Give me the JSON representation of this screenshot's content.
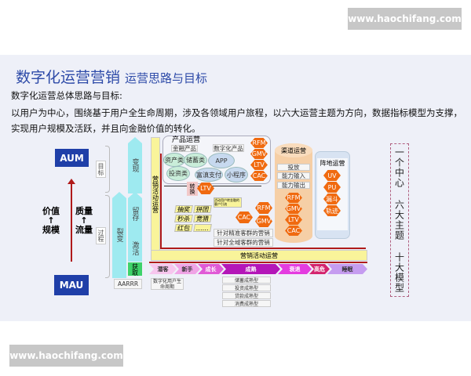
{
  "watermark": "www.haochifang.com",
  "title": {
    "main": "数字化运营营销",
    "sub": "运营思路与目标"
  },
  "intro": {
    "heading": "数字化运营总体思路与目标:",
    "line1": "以用户为中心，围绕基于用户全生命周期，涉及各领域用户旅程，以六大运营主题为方向，数据指标模型为支撑，",
    "line2": "实现用户规模及活跃，并且向金融价值的转化。"
  },
  "left": {
    "aum": "AUM",
    "mau": "MAU",
    "value": "价值",
    "scale": "规模",
    "quality": "质量",
    "flow": "流量",
    "up": "↑",
    "goal": "目标",
    "process": "过程"
  },
  "aarrr": {
    "fission": "裂变",
    "monetize": "变现",
    "retain": "留存",
    "activate": "激活",
    "acquire": "获取",
    "label": "AARRR"
  },
  "marketing": {
    "vertical": "营销活动运营",
    "horizontal": "营销活动运营",
    "tools": [
      "抽奖",
      "拼团",
      "秒杀",
      "竞猜",
      "红包",
      "……"
    ],
    "precise": "针对精准客群的营销",
    "global": "针对全域客群的营销",
    "note": "活动用户转金融的客户引流",
    "hex": [
      "CAC",
      "RFM",
      "GMV"
    ]
  },
  "product": {
    "title": "产品运营",
    "finance": "金融产品",
    "digital": "数字化产品",
    "items": [
      "资产类",
      "储蓄类",
      "投资类",
      "APP",
      "富滇支付",
      "小程序"
    ],
    "convert": "转换",
    "ltv": "LTV",
    "hex": [
      "RFM",
      "GMV",
      "LTV",
      "CAC"
    ]
  },
  "channel": {
    "title": "渠道运营",
    "items": [
      "投放",
      "能力输入",
      "能力输出"
    ],
    "hex": [
      "RFM",
      "GMV",
      "LTV",
      "CAC"
    ]
  },
  "position": {
    "title": "阵地运营",
    "hex": [
      "UV",
      "PU",
      "漏斗",
      "轨迹"
    ]
  },
  "lifecycle": {
    "stages": [
      "潜客",
      "新手",
      "成长",
      "成熟",
      "衰退",
      "高危",
      "睡眠"
    ],
    "label": "数字化用户生命周期",
    "mature": [
      "储蓄成熟型",
      "投资成熟型",
      "贷款成熟型",
      "消费成熟型"
    ]
  },
  "summary": "一个中心 六大主题 十大模型",
  "colors": {
    "blue": "#1f3fa8",
    "orange": "#f06a10",
    "yellow": "#f9f49a",
    "cyan": "#9eeaf0",
    "red": "#b01a1a"
  }
}
